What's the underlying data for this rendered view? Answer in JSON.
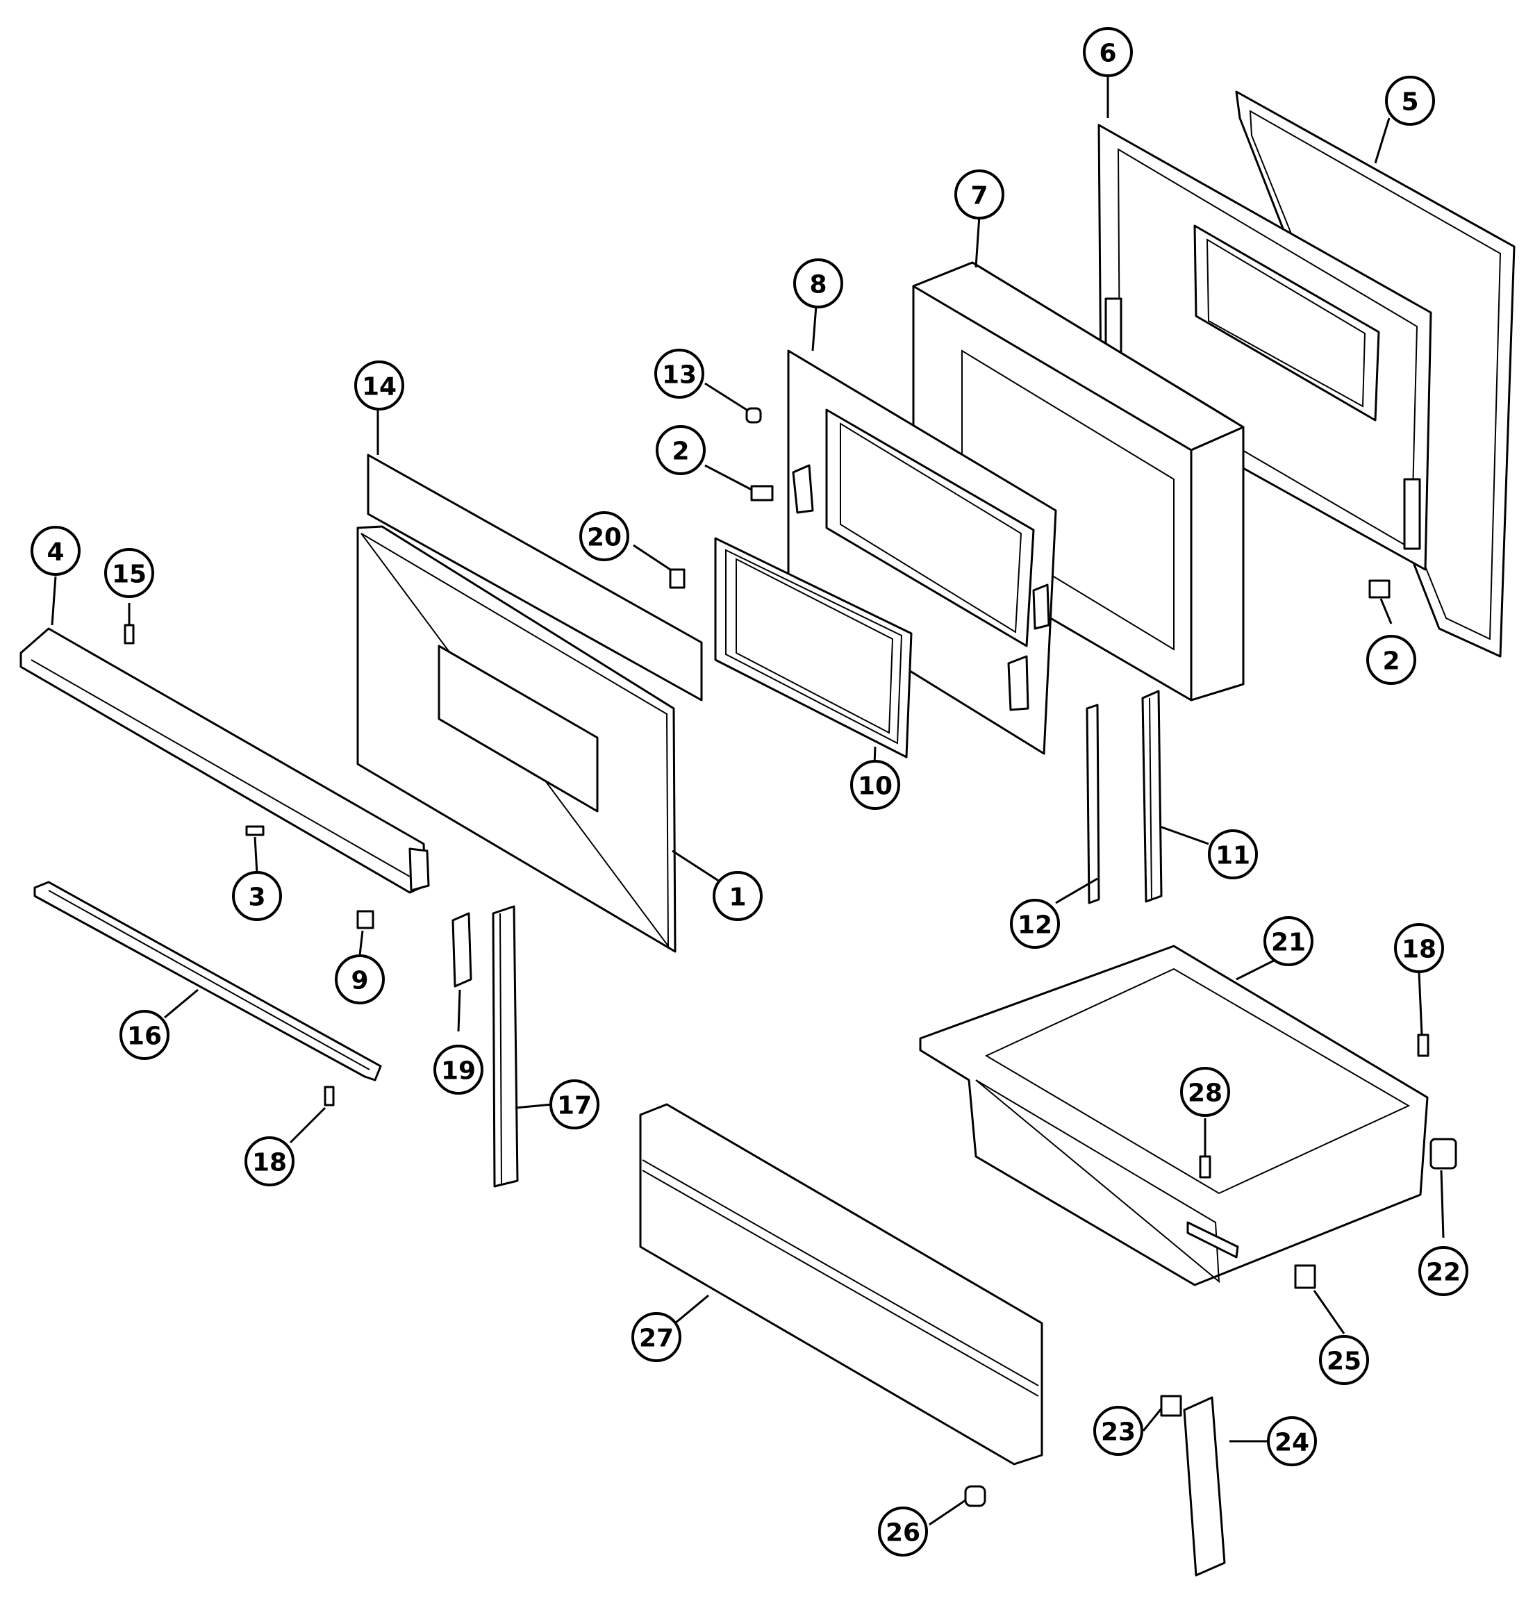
{
  "diagram": {
    "callouts": [
      {
        "id": "c1",
        "label": "1"
      },
      {
        "id": "c2a",
        "label": "2"
      },
      {
        "id": "c2b",
        "label": "2"
      },
      {
        "id": "c3",
        "label": "3"
      },
      {
        "id": "c4",
        "label": "4"
      },
      {
        "id": "c5",
        "label": "5"
      },
      {
        "id": "c6",
        "label": "6"
      },
      {
        "id": "c7",
        "label": "7"
      },
      {
        "id": "c8",
        "label": "8"
      },
      {
        "id": "c9",
        "label": "9"
      },
      {
        "id": "c10",
        "label": "10"
      },
      {
        "id": "c11",
        "label": "11"
      },
      {
        "id": "c12",
        "label": "12"
      },
      {
        "id": "c13",
        "label": "13"
      },
      {
        "id": "c14",
        "label": "14"
      },
      {
        "id": "c15",
        "label": "15"
      },
      {
        "id": "c16",
        "label": "16"
      },
      {
        "id": "c17",
        "label": "17"
      },
      {
        "id": "c18a",
        "label": "18"
      },
      {
        "id": "c18b",
        "label": "18"
      },
      {
        "id": "c19",
        "label": "19"
      },
      {
        "id": "c20",
        "label": "20"
      },
      {
        "id": "c21",
        "label": "21"
      },
      {
        "id": "c22",
        "label": "22"
      },
      {
        "id": "c23",
        "label": "23"
      },
      {
        "id": "c24",
        "label": "24"
      },
      {
        "id": "c25",
        "label": "25"
      },
      {
        "id": "c26",
        "label": "26"
      },
      {
        "id": "c27",
        "label": "27"
      },
      {
        "id": "c28",
        "label": "28"
      }
    ]
  }
}
